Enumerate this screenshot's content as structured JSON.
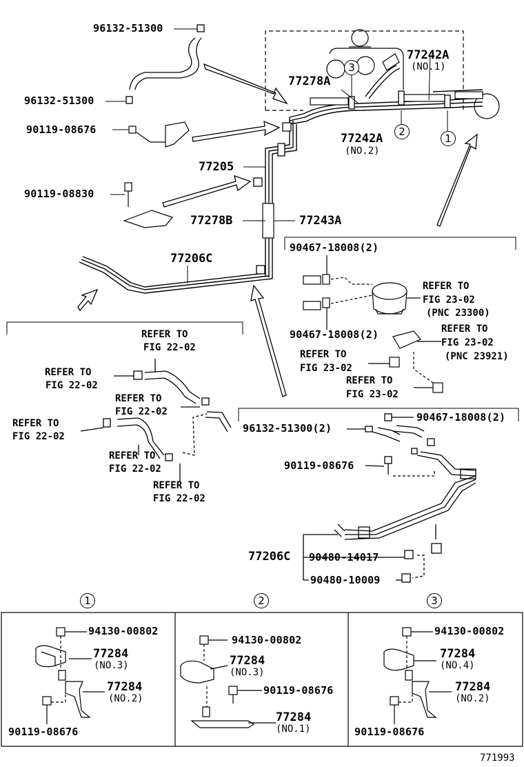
{
  "top_labels": {
    "p96132_a": "96132-51300",
    "p96132_b": "96132-51300",
    "p90119_a": "90119-08676",
    "p90119_b": "90119-08830",
    "p77278A": "77278A",
    "p77242A_top": "77242A",
    "p77242A_top_sub": "(NO.1)",
    "p77242A_mid": "77242A",
    "p77242A_mid_sub": "(NO.2)",
    "p77205": "77205",
    "p77278B": "77278B",
    "p77243A": "77243A",
    "p77206C": "77206C",
    "c1": "1",
    "c2": "2",
    "c3": "3"
  },
  "canister_box": {
    "p90467_a": "90467-18008(2)",
    "p90467_b": "90467-18008(2)",
    "refer1_a": "REFER TO",
    "refer1_b": "FIG 23-02",
    "refer1_c": "(PNC 23300)",
    "refer2_a": "REFER TO",
    "refer2_b": "FIG 23-02",
    "refer2_c": "(PNC 23921)",
    "refer3_a": "REFER TO",
    "refer3_b": "FIG 23-02",
    "refer4_a": "REFER TO",
    "refer4_b": "FIG 23-02"
  },
  "left_box": {
    "r1_a": "REFER TO",
    "r1_b": "FIG 22-02",
    "r2_a": "REFER TO",
    "r2_b": "FIG 22-02",
    "r3_a": "REFER TO",
    "r3_b": "FIG 22-02",
    "r4_a": "REFER TO",
    "r4_b": "FIG 22-02",
    "r5_a": "REFER TO",
    "r5_b": "FIG 22-02",
    "r6_a": "REFER TO",
    "r6_b": "FIG 22-02"
  },
  "right_box": {
    "p96132": "96132-51300(2)",
    "p90467": "90467-18008(2)",
    "p90119": "90119-08676",
    "p77206C": "77206C",
    "p90480_a": "90480-14017",
    "p90480_b": "90480-10009"
  },
  "detail_panels": [
    {
      "circle": "1",
      "nut": "94130-00802",
      "a": "77284",
      "a_sub": "(NO.3)",
      "b": "77284",
      "b_sub": "(NO.2)",
      "bolt": "90119-08676"
    },
    {
      "circle": "2",
      "nut": "94130-00802",
      "a": "77284",
      "a_sub": "(NO.3)",
      "bolt": "90119-08676",
      "b": "77284",
      "b_sub": "(NO.1)"
    },
    {
      "circle": "3",
      "nut": "94130-00802",
      "a": "77284",
      "a_sub": "(NO.4)",
      "b": "77284",
      "b_sub": "(NO.2)",
      "bolt": "90119-08676"
    }
  ],
  "figure_number": "771993"
}
